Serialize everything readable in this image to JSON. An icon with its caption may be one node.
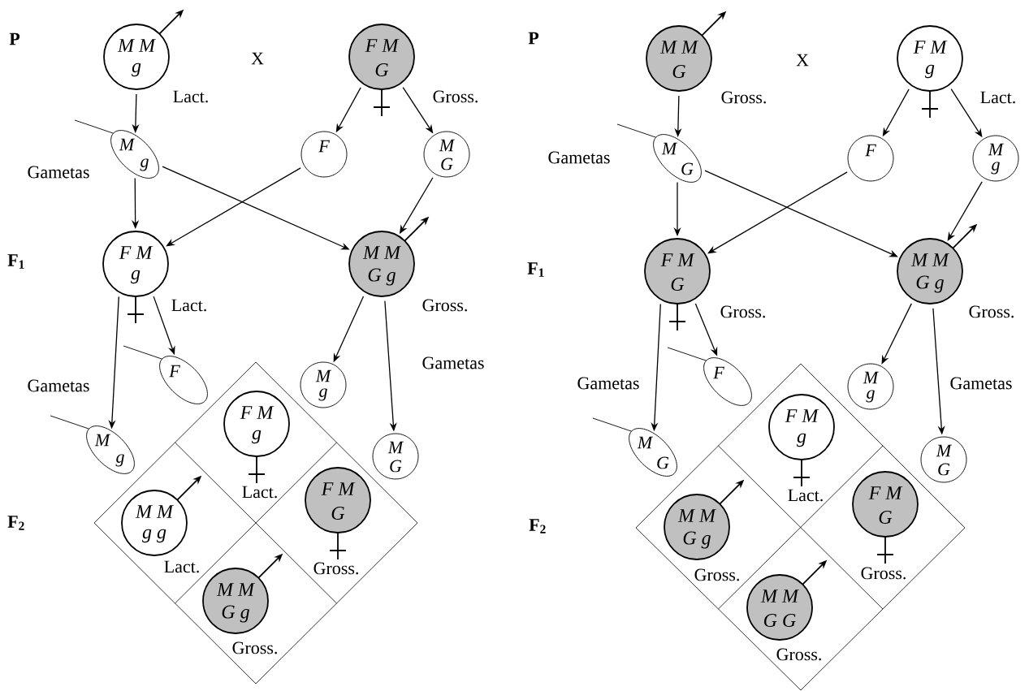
{
  "diagram": {
    "nodes": [
      {
        "text": [
          "M M",
          "g"
        ],
        "beside": [
          "Lact."
        ]
      },
      {
        "text": [
          "F M",
          "G"
        ],
        "beside": [
          "Gross."
        ]
      },
      {
        "text": [
          "M",
          "g"
        ]
      },
      {
        "text": [
          "F"
        ]
      },
      {
        "text": [
          "M",
          "G"
        ]
      },
      {
        "text": [
          "F M",
          "g"
        ],
        "beside": [
          "Lact."
        ]
      },
      {
        "text": [
          "M M",
          "G g"
        ],
        "beside": [
          "Gross."
        ]
      },
      {
        "text": [
          "F"
        ]
      },
      {
        "text": [
          "M",
          "g"
        ]
      },
      {
        "text": [
          "M",
          "g"
        ]
      },
      {
        "text": [
          "M",
          "G"
        ]
      },
      {
        "text": [
          "F M",
          "g"
        ],
        "beside": [
          "Lact."
        ]
      },
      {
        "text": [
          "M M",
          "g g"
        ],
        "beside": [
          "Lact."
        ]
      },
      {
        "text": [
          "F M",
          "G"
        ],
        "beside": [
          "Gross."
        ]
      },
      {
        "text": [
          "M M",
          "G g"
        ],
        "beside": [
          "Gross."
        ]
      },
      {
        "text": [
          "M M",
          "G"
        ],
        "beside": [
          "Gross."
        ]
      },
      {
        "text": [
          "F M",
          "g"
        ],
        "beside": [
          "Lact."
        ]
      },
      {
        "text": [
          "M",
          "G"
        ]
      },
      {
        "text": [
          "F"
        ]
      },
      {
        "text": [
          "M",
          "g"
        ]
      },
      {
        "text": [
          "F M",
          "G"
        ],
        "beside": [
          "Gross."
        ]
      },
      {
        "text": [
          "M M",
          "G g"
        ],
        "beside": [
          "Gross."
        ]
      },
      {
        "text": [
          "F"
        ]
      },
      {
        "text": [
          "M",
          "G"
        ]
      },
      {
        "text": [
          "M",
          "g"
        ]
      },
      {
        "text": [
          "M",
          "G"
        ]
      },
      {
        "text": [
          "F M",
          "g"
        ],
        "beside": [
          "Lact."
        ]
      },
      {
        "text": [
          "M M",
          "G g"
        ],
        "beside": [
          "Gross."
        ]
      },
      {
        "text": [
          "F M",
          "G"
        ],
        "beside": [
          "Gross."
        ]
      },
      {
        "text": [
          "M M",
          "G G"
        ],
        "beside": [
          "Gross."
        ]
      }
    ],
    "edges": [
      {
        "from": 0,
        "to": 2,
        "arrow": "to"
      },
      {
        "from": 1,
        "to": 3,
        "arrow": "to"
      },
      {
        "from": 1,
        "to": 4,
        "arrow": "to"
      },
      {
        "from": 2,
        "to": 5,
        "arrow": "to"
      },
      {
        "from": 2,
        "to": 6,
        "arrow": "to"
      },
      {
        "from": 3,
        "to": 5,
        "arrow": "to"
      },
      {
        "from": 4,
        "to": 6,
        "arrow": "to"
      },
      {
        "from": 5,
        "to": 8,
        "arrow": "to"
      },
      {
        "from": 5,
        "to": 7,
        "arrow": "to"
      },
      {
        "from": 6,
        "to": 9,
        "arrow": "to"
      },
      {
        "from": 6,
        "to": 10,
        "arrow": "to"
      },
      {
        "from": 15,
        "to": 17,
        "arrow": "to"
      },
      {
        "from": 16,
        "to": 18,
        "arrow": "to"
      },
      {
        "from": 16,
        "to": 19,
        "arrow": "to"
      },
      {
        "from": 17,
        "to": 20,
        "arrow": "to"
      },
      {
        "from": 17,
        "to": 21,
        "arrow": "to"
      },
      {
        "from": 18,
        "to": 20,
        "arrow": "to"
      },
      {
        "from": 19,
        "to": 21,
        "arrow": "to"
      },
      {
        "from": 20,
        "to": 23,
        "arrow": "to"
      },
      {
        "from": 20,
        "to": 22,
        "arrow": "to"
      },
      {
        "from": 21,
        "to": 24,
        "arrow": "to"
      },
      {
        "from": 21,
        "to": 25,
        "arrow": "to"
      }
    ],
    "labels": [
      "P",
      "X",
      "Gametas",
      "F$_{1}$",
      "Gametas",
      "Gametas",
      "F$_{2}$",
      "P",
      "X",
      "Gametas",
      "F$_{1}$",
      "Gametas",
      "Gametas",
      "F$_{2}$"
    ]
  }
}
